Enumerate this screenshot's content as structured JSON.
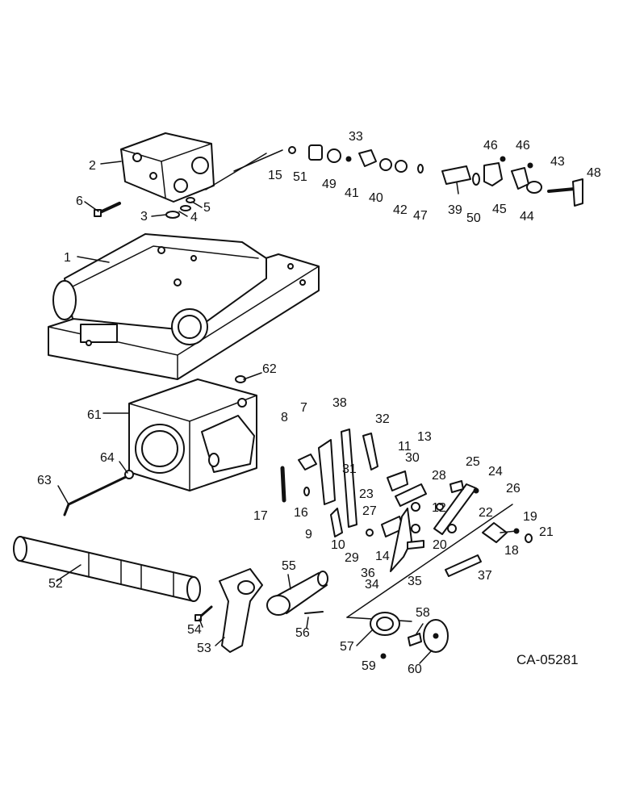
{
  "drawing_ref": "CA-05281",
  "callouts": [
    {
      "id": "1"
    },
    {
      "id": "2"
    },
    {
      "id": "3"
    },
    {
      "id": "4"
    },
    {
      "id": "5"
    },
    {
      "id": "6"
    },
    {
      "id": "7"
    },
    {
      "id": "8"
    },
    {
      "id": "9"
    },
    {
      "id": "10"
    },
    {
      "id": "11"
    },
    {
      "id": "12"
    },
    {
      "id": "13"
    },
    {
      "id": "14"
    },
    {
      "id": "15"
    },
    {
      "id": "16"
    },
    {
      "id": "17"
    },
    {
      "id": "18"
    },
    {
      "id": "19"
    },
    {
      "id": "20"
    },
    {
      "id": "21"
    },
    {
      "id": "22"
    },
    {
      "id": "23"
    },
    {
      "id": "24"
    },
    {
      "id": "25"
    },
    {
      "id": "26"
    },
    {
      "id": "27"
    },
    {
      "id": "28"
    },
    {
      "id": "29"
    },
    {
      "id": "30"
    },
    {
      "id": "31"
    },
    {
      "id": "32"
    },
    {
      "id": "33"
    },
    {
      "id": "34"
    },
    {
      "id": "35"
    },
    {
      "id": "36"
    },
    {
      "id": "37"
    },
    {
      "id": "38"
    },
    {
      "id": "39"
    },
    {
      "id": "40"
    },
    {
      "id": "41"
    },
    {
      "id": "42"
    },
    {
      "id": "43"
    },
    {
      "id": "44"
    },
    {
      "id": "45"
    },
    {
      "id": "46"
    },
    {
      "id": "46"
    },
    {
      "id": "47"
    },
    {
      "id": "48"
    },
    {
      "id": "49"
    },
    {
      "id": "50"
    },
    {
      "id": "51"
    },
    {
      "id": "52"
    },
    {
      "id": "53"
    },
    {
      "id": "54"
    },
    {
      "id": "55"
    },
    {
      "id": "56"
    },
    {
      "id": "57"
    },
    {
      "id": "58"
    },
    {
      "id": "59"
    },
    {
      "id": "60"
    },
    {
      "id": "61"
    },
    {
      "id": "62"
    },
    {
      "id": "63"
    },
    {
      "id": "64"
    }
  ]
}
